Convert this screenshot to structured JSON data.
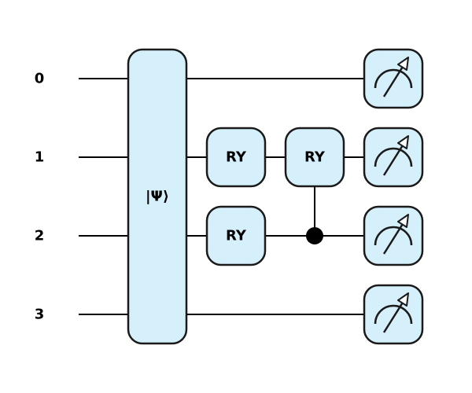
{
  "circuit": {
    "wires": [
      {
        "label": "0"
      },
      {
        "label": "1"
      },
      {
        "label": "2"
      },
      {
        "label": "3"
      }
    ],
    "state_prep": {
      "label": "|Ψ⟩"
    },
    "gates": [
      {
        "label": "RY",
        "wire": 1,
        "step": 1
      },
      {
        "label": "RY",
        "wire": 2,
        "step": 1
      },
      {
        "label": "RY",
        "wire": 1,
        "step": 2,
        "control": 2
      }
    ],
    "measurements": [
      0,
      1,
      2,
      3
    ],
    "colors": {
      "gate_fill": "#d6f0fb",
      "gate_stroke": "#1a1a1a",
      "wire": "#000000"
    }
  }
}
